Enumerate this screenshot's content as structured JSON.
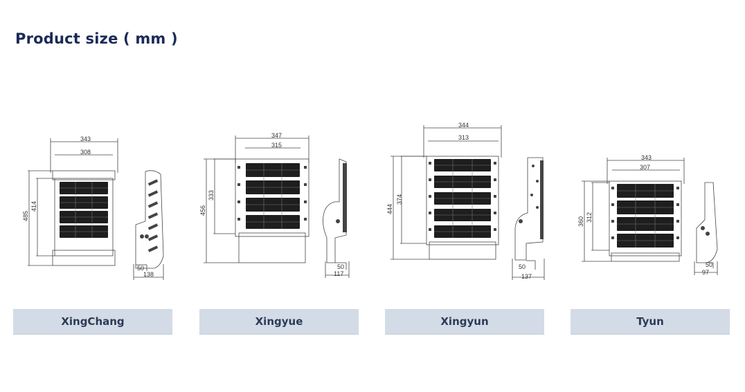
{
  "page": {
    "title": "Product size ( mm )"
  },
  "products": [
    {
      "name": "XingChang",
      "dims": {
        "outer_width": "343",
        "inner_width": "308",
        "total_height": "485",
        "inner_height": "414",
        "side_base": "50",
        "side_depth": "138"
      }
    },
    {
      "name": "Xingyue",
      "dims": {
        "outer_width": "347",
        "inner_width": "315",
        "total_height": "456",
        "inner_height": "333",
        "side_base": "50",
        "side_depth": "117"
      }
    },
    {
      "name": "Xingyun",
      "dims": {
        "outer_width": "344",
        "inner_width": "313",
        "total_height": "444",
        "inner_height": "374",
        "side_base": "50",
        "side_depth": "137"
      }
    },
    {
      "name": "Tyun",
      "dims": {
        "outer_width": "343",
        "inner_width": "307",
        "total_height": "360",
        "inner_height": "312",
        "side_base": "50",
        "side_depth": "97"
      }
    }
  ]
}
